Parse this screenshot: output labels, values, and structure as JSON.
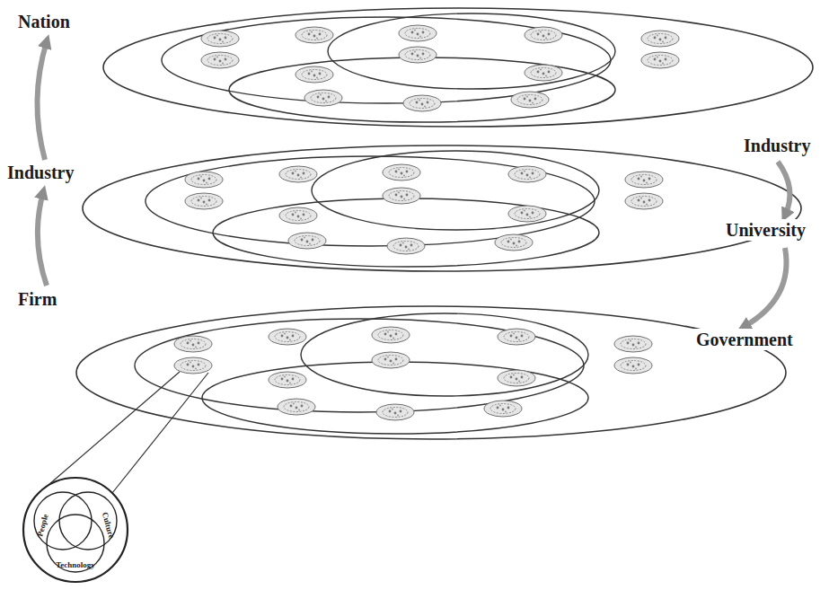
{
  "diagram": {
    "nodes": [
      {
        "text": [
          "People"
        ]
      },
      {
        "text": [
          "Culture"
        ]
      },
      {
        "text": [
          "Technology"
        ]
      }
    ],
    "labels": [
      "Nation",
      "Industry",
      "Firm",
      "Industry",
      "University",
      "Government"
    ]
  }
}
